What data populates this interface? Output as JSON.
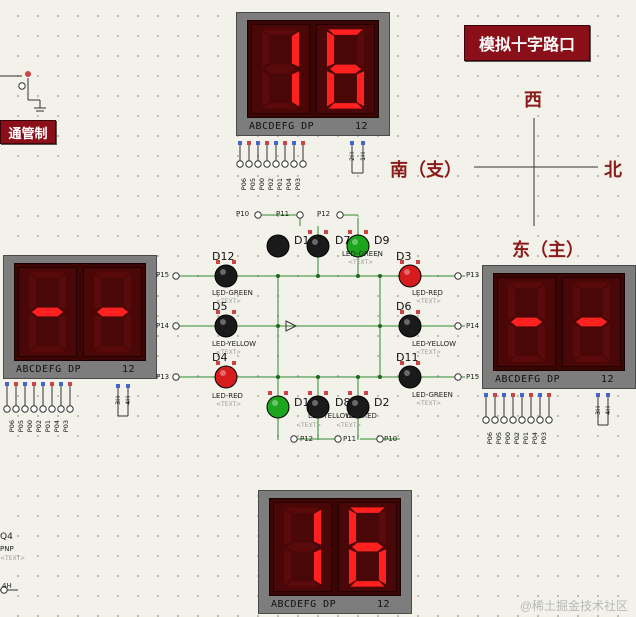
{
  "title": "模拟十字路口",
  "side_label": "通管制",
  "directions": {
    "west": "西",
    "south": "南（支）",
    "north": "北",
    "east": "东（主）"
  },
  "displays": {
    "top": {
      "value": "16",
      "caption": "ABCDEFG  DP",
      "caption_right": "12",
      "pins": [
        "P06",
        "P05",
        "P00",
        "P02",
        "P01",
        "P04",
        "P03"
      ],
      "com_pins": [
        "2H",
        "1H"
      ]
    },
    "left": {
      "value": "--",
      "caption": "ABCDEFG  DP",
      "caption_right": "12",
      "pins": [
        "P06",
        "P05",
        "P00",
        "P02",
        "P01",
        "P04",
        "P03"
      ],
      "com_pins": [
        "3H",
        "4H"
      ]
    },
    "right": {
      "value": "--",
      "caption": "ABCDEFG  DP",
      "caption_right": "12",
      "pins": [
        "P06",
        "P05",
        "P00",
        "P02",
        "P01",
        "P04",
        "P03"
      ],
      "com_pins": [
        "3H",
        "4H"
      ]
    },
    "bottom": {
      "value": "16",
      "caption": "ABCDEFG  DP",
      "caption_right": "12"
    }
  },
  "leds": [
    {
      "ref": "D12",
      "type": "LED-GREEN",
      "text": "<TEXT>",
      "state": "off"
    },
    {
      "ref": "D5",
      "type": "LED-YELLOW",
      "text": "<TEXT>",
      "state": "off"
    },
    {
      "ref": "D4",
      "type": "LED-RED",
      "text": "<TEXT>",
      "state": "on"
    },
    {
      "ref": "D7",
      "type": "LED-GREEN",
      "text": "<TEXT>",
      "state": "off"
    },
    {
      "ref": "D9",
      "type": "LED-GREEN",
      "text": "<TEXT>",
      "state": "on"
    },
    {
      "ref": "D3",
      "type": "LED-RED",
      "text": "<TEXT>",
      "state": "on"
    },
    {
      "ref": "D6",
      "type": "LED-YELLOW",
      "text": "<TEXT>",
      "state": "off"
    },
    {
      "ref": "D11",
      "type": "LED-GREEN",
      "text": "<TEXT>",
      "state": "off"
    },
    {
      "ref": "D2",
      "type": "LED-RED",
      "text": "<TEXT>",
      "state": "off"
    },
    {
      "ref": "D1",
      "type": "LED-GREEN",
      "text": "<TEXT>",
      "state": "on"
    },
    {
      "ref": "D8",
      "type": "LED-YELLOW",
      "text": "<TEXT>",
      "state": "off"
    }
  ],
  "port_labels": {
    "p10": "P10",
    "p11": "P11",
    "p12": "P12",
    "p13": "P13",
    "p14": "P14",
    "p15": "P15"
  },
  "transistor": {
    "ref": "Q4",
    "type": "PNP",
    "text": "<TEXT>",
    "pin": "4H"
  },
  "watermark": "@稀土掘金技术社区",
  "colors": {
    "seg_on": "#ff2020",
    "seg_off": "#5a0a0a",
    "led_red": "#d61c1c",
    "led_green": "#1ea51e",
    "led_off": "#1a1a1a",
    "wire": "#2e8b2e",
    "label_bg": "#8b0f18"
  }
}
